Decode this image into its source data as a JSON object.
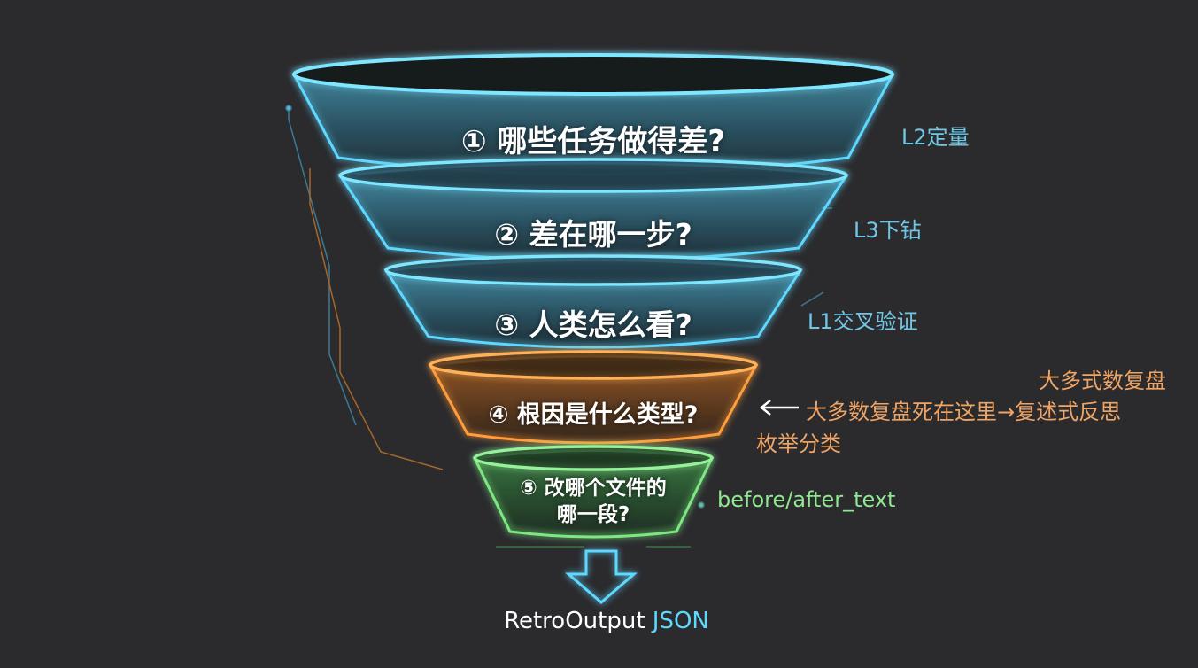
{
  "colors": {
    "background": "#2b2b2e",
    "cyan": "#5fd8ff",
    "label_cyan": "#6fc7e6",
    "orange": "#ff9d3a",
    "label_orange": "#f0a566",
    "green": "#7de882",
    "label_green": "#8fe88f",
    "white": "#ffffff"
  },
  "stages": [
    {
      "title": "① 哪些任务做得差?",
      "label": "L2定量",
      "color": "cyan"
    },
    {
      "title": "② 差在哪一步?",
      "label": "L3下钻",
      "color": "cyan"
    },
    {
      "title": "③ 人类怎么看?",
      "label": "L1交叉验证",
      "color": "cyan"
    },
    {
      "title": "④ 根因是什么类型?",
      "label": "",
      "color": "orange"
    },
    {
      "title_line1": "⑤ 改哪个文件的",
      "title_line2": "哪一段?",
      "label": "before/after_text",
      "color": "green"
    }
  ],
  "notes": {
    "top": "大多式数复盘",
    "arrow_text": "大多数复盘死在这里→复述式反思",
    "bottom": "枚举分类"
  },
  "output": {
    "prefix": "RetroOutput",
    "suffix": "JSON"
  }
}
